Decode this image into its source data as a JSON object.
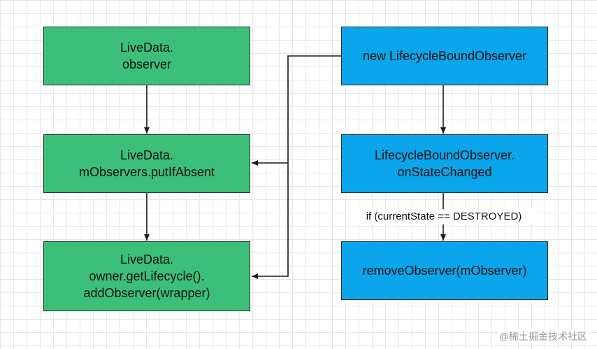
{
  "diagram": {
    "nodes": {
      "live_observer": {
        "lines": [
          "LiveData.",
          "observer"
        ]
      },
      "put_if_absent": {
        "lines": [
          "LiveData.",
          "mObservers.putIfAbsent"
        ]
      },
      "add_observer": {
        "lines": [
          "LiveData.",
          "owner.getLifecycle().",
          "addObserver(wrapper)"
        ]
      },
      "new_bound_observer": {
        "lines": [
          "new LifecycleBoundObserver"
        ]
      },
      "on_state_changed": {
        "lines": [
          "LifecycleBoundObserver.",
          "onStateChanged"
        ]
      },
      "remove_observer": {
        "lines": [
          "removeObserver(mObserver)"
        ]
      }
    },
    "edge_labels": {
      "destroyed_condition": "if (currentState == DESTROYED)"
    },
    "colors": {
      "green_box": "#3cbf79",
      "blue_box": "#0aa5ea",
      "stroke": "#1a1a1a",
      "grid": "#e6e6e6"
    }
  },
  "watermark": "@稀土掘金技术社区"
}
